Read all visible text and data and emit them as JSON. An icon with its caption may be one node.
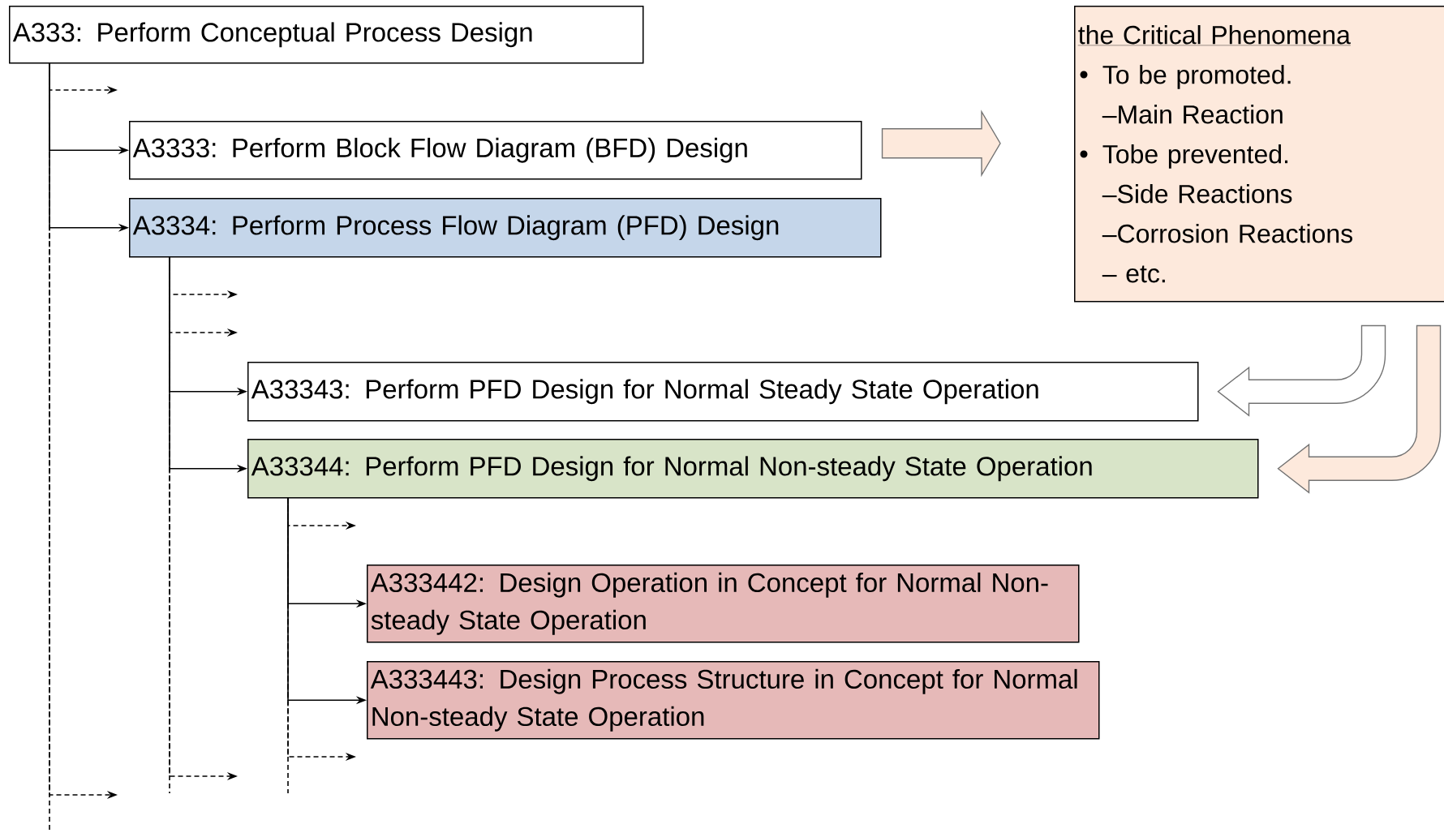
{
  "diagram": {
    "nodes": [
      {
        "text": [
          "A333: Perform Conceptual Process Design"
        ]
      },
      {
        "text": [
          "A3333: Perform Block Flow Diagram (BFD) Design"
        ]
      },
      {
        "text": [
          "A3334: Perform Process Flow Diagram (PFD) Design"
        ]
      },
      {
        "text": [
          "A33343: Perform PFD Design for Normal Steady State Operation"
        ]
      },
      {
        "text": [
          "A33344: Perform PFD Design for Normal Non-steady State Operation"
        ]
      },
      {
        "text": [
          "A333442: Design Operation in Concept for Normal Non-steady State Operation"
        ]
      },
      {
        "text": [
          "A333443: Design Process Structure in Concept for Normal Non-steady State Operation"
        ]
      },
      {
        "text": [
          "the Critical Phenomena",
          "To be promoted.",
          "–Main Reaction",
          "Tobe prevented.",
          "–Side Reactions",
          "–Corrosion Reactions",
          "– etc."
        ]
      }
    ],
    "edges": [
      {
        "from": 0,
        "to": null,
        "arrow": "to",
        "style": "dashed"
      },
      {
        "from": 0,
        "to": 1,
        "arrow": "to"
      },
      {
        "from": 0,
        "to": 2,
        "arrow": "to"
      },
      {
        "from": 0,
        "to": null,
        "arrow": "to",
        "style": "dashed"
      },
      {
        "from": 2,
        "to": null,
        "arrow": "to",
        "style": "dashed"
      },
      {
        "from": 2,
        "to": null,
        "arrow": "to",
        "style": "dashed"
      },
      {
        "from": 2,
        "to": 3,
        "arrow": "to"
      },
      {
        "from": 2,
        "to": 4,
        "arrow": "to"
      },
      {
        "from": 2,
        "to": null,
        "arrow": "to",
        "style": "dashed"
      },
      {
        "from": 4,
        "to": null,
        "arrow": "to",
        "style": "dashed"
      },
      {
        "from": 4,
        "to": 5,
        "arrow": "to"
      },
      {
        "from": 4,
        "to": 6,
        "arrow": "to"
      },
      {
        "from": 4,
        "to": null,
        "arrow": "to",
        "style": "dashed"
      },
      {
        "from": 1,
        "to": 7,
        "arrow": "to",
        "style": "thick",
        "color": "#fde9dc"
      },
      {
        "from": 7,
        "to": 3,
        "arrow": "to",
        "style": "thick",
        "color": "#ffffff"
      },
      {
        "from": 7,
        "to": 4,
        "arrow": "to",
        "style": "thick",
        "color": "#fde9dc"
      }
    ]
  }
}
